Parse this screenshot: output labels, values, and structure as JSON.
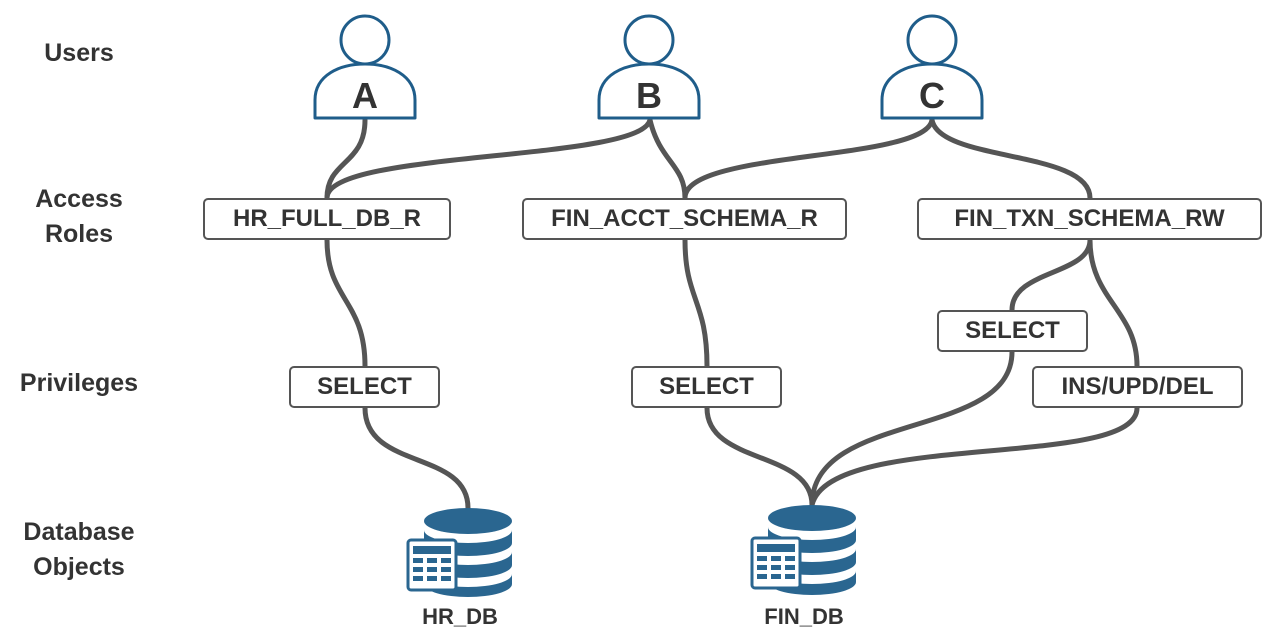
{
  "row_labels": {
    "users": "Users",
    "roles_line1": "Access",
    "roles_line2": "Roles",
    "privileges": "Privileges",
    "objects_line1": "Database",
    "objects_line2": "Objects"
  },
  "users": [
    {
      "letter": "A"
    },
    {
      "letter": "B"
    },
    {
      "letter": "C"
    }
  ],
  "roles": [
    {
      "label": "HR_FULL_DB_R"
    },
    {
      "label": "FIN_ACCT_SCHEMA_R"
    },
    {
      "label": "FIN_TXN_SCHEMA_RW"
    }
  ],
  "privileges": [
    {
      "label": "SELECT"
    },
    {
      "label": "SELECT"
    },
    {
      "label": "SELECT"
    },
    {
      "label": "INS/UPD/DEL"
    }
  ],
  "databases": [
    {
      "label": "HR_DB"
    },
    {
      "label": "FIN_DB"
    }
  ],
  "colors": {
    "user_outline": "#1f5d8a",
    "db_fill": "#2a6690",
    "connector": "#555555",
    "text": "#333333"
  }
}
